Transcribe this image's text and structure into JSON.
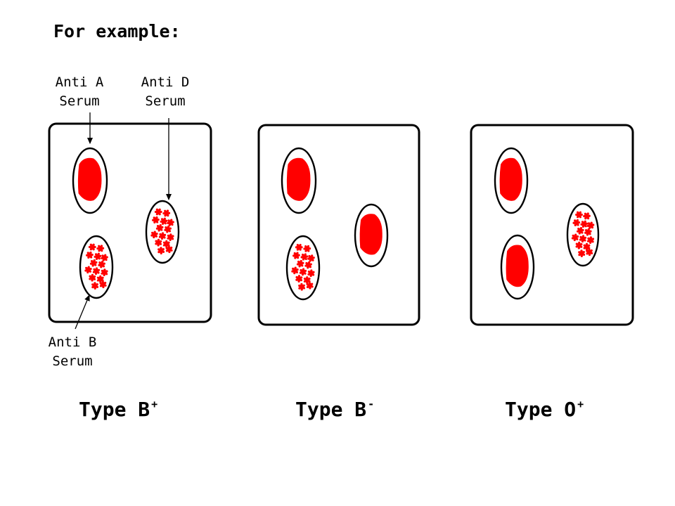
{
  "title": "For example:",
  "callouts": {
    "anti_a": [
      "Anti A",
      "Serum"
    ],
    "anti_d": [
      "Anti D",
      "Serum"
    ],
    "anti_b": [
      "Anti B",
      "Serum"
    ]
  },
  "cards": [
    {
      "type_text": "Type B",
      "rh": "+",
      "anti_a": "no agglutination",
      "anti_b": "agglutination",
      "anti_d": "agglutination"
    },
    {
      "type_text": "Type B",
      "rh": "-",
      "anti_a": "no agglutination",
      "anti_b": "agglutination",
      "anti_d": "no agglutination"
    },
    {
      "type_text": "Type O",
      "rh": "+",
      "anti_a": "no agglutination",
      "anti_b": "no agglutination",
      "anti_d": "agglutination"
    }
  ],
  "colors": {
    "blood": "#ff0000",
    "outline": "#000000",
    "background": "#ffffff"
  }
}
